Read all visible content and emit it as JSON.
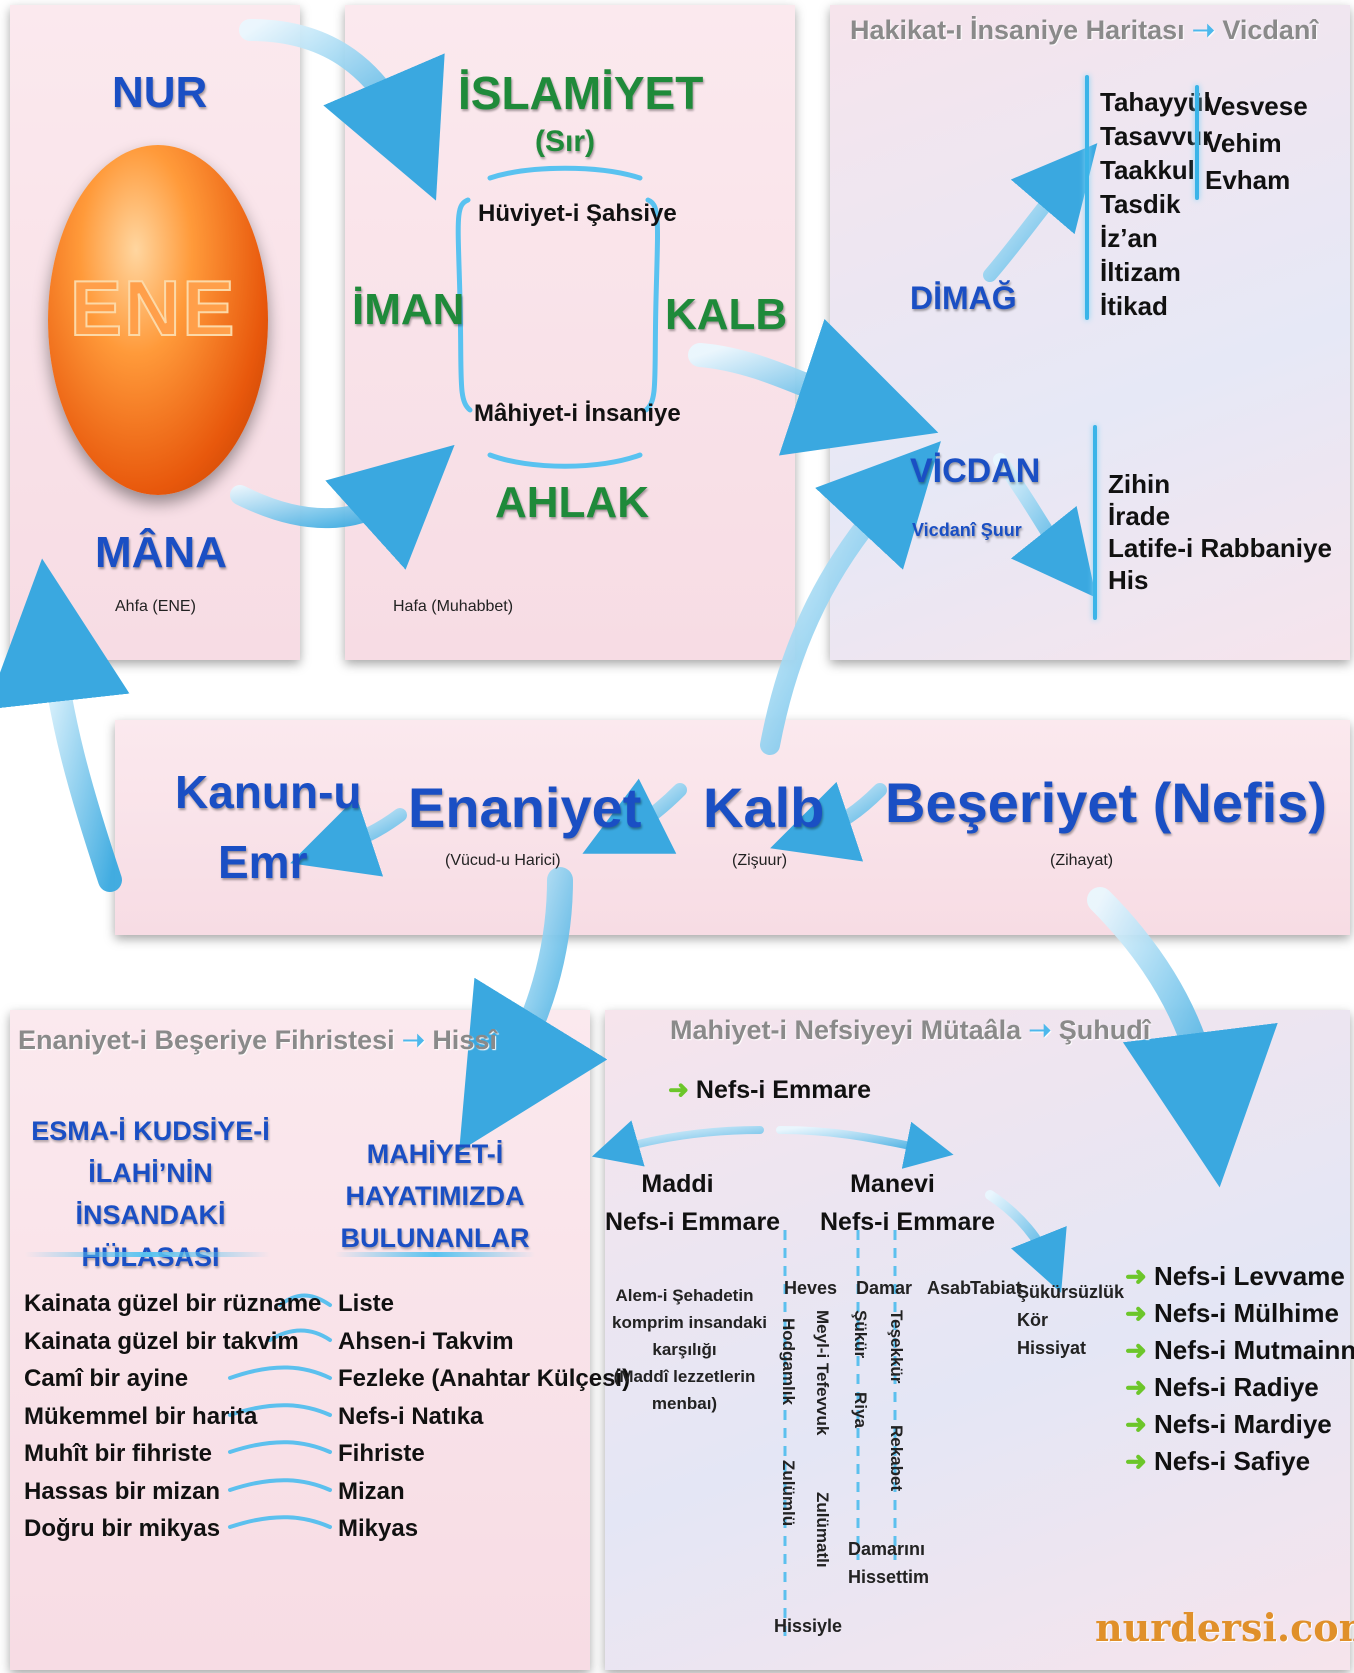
{
  "top_left": {
    "nur": "NUR",
    "ene": "ENE",
    "mana": "MÂNA",
    "ahfa": "Ahfa (ENE)"
  },
  "top_middle": {
    "islamiyet": "İSLAMİYET",
    "sir": "(Sır)",
    "huviyet": "Hüviyet-i Şahsiye",
    "iman": "İMAN",
    "kalb": "KALB",
    "mahiyet": "Mâhiyet-i İnsaniye",
    "ahlak": "AHLAK",
    "hafa": "Hafa (Muhabbet)"
  },
  "top_right": {
    "title": "Hakikat-ı İnsaniye Haritası",
    "title_suffix": "Vicdanî",
    "dimag": "DİMAĞ",
    "dimag_list": [
      "Tahayyül",
      "Tasavvur",
      "Taakkul",
      "Tasdik",
      "İz’an",
      "İltizam",
      "İtikad"
    ],
    "vesvese_list": [
      "Vesvese",
      "Vehim",
      "Evham"
    ],
    "vicdan": "VİCDAN",
    "vicdan_sub": "Vicdanî Şuur",
    "vicdan_list": [
      "Zihin",
      "İrade",
      "Latife-i Rabbaniye",
      "His"
    ]
  },
  "middle_band": {
    "kanun": "Kanun-u",
    "emr": "Emr",
    "enaniyet": "Enaniyet",
    "enaniyet_sub": "(Vücud-u Harici)",
    "kalb": "Kalb",
    "kalb_sub": "(Zişuur)",
    "beseriyet": "Beşeriyet (Nefis)",
    "beseriyet_sub": "(Zihayat)"
  },
  "bottom_left": {
    "title": "Enaniyet-i Beşeriye Fihristesi",
    "title_suffix": "Hissî",
    "head_left": [
      "ESMA-İ KUDSİYE-İ",
      "İLAHİ’NİN İNSANDAKİ",
      "HÜLASASI"
    ],
    "head_right": [
      "MAHİYET-İ HAYATIMIZDA",
      "BULUNANLAR"
    ],
    "left_items": [
      "Kainata güzel bir rüzname",
      "Kainata güzel bir takvim",
      "Camî bir ayine",
      "Mükemmel bir harita",
      "Muhît bir fihriste",
      "Hassas bir mizan",
      "Doğru bir mikyas"
    ],
    "right_items": [
      "Liste",
      "Ahsen-i Takvim",
      "Fezleke (Anahtar Külçesi)",
      "Nefs-i Natıka",
      "Fihriste",
      "Mizan",
      "Mikyas"
    ]
  },
  "bottom_right": {
    "title": "Mahiyet-i Nefsiyeyi Mütaâla",
    "title_suffix": "Şuhudî",
    "nefs_emmare": "Nefs-i Emmare",
    "maddi": [
      "Maddi",
      "Nefs-i Emmare"
    ],
    "manevi": [
      "Manevi",
      "Nefs-i Emmare"
    ],
    "maddi_desc": [
      "Alem-i Şehadetin",
      "komprim insandaki",
      "karşılığı",
      "(Maddî lezzetlerin",
      "menbaı)"
    ],
    "heves": "Heves",
    "damar": "Damar",
    "asab": "Asab",
    "tabiat": "Tabiat",
    "sukursuzluk": [
      "Şükürsüzlük",
      "Kör",
      "Hissiyat"
    ],
    "vertical": [
      "Hodgamlık",
      "Zulümlü",
      "Meyl-i Tefevvuk",
      "Zulümatlı",
      "Şükür",
      "Riya",
      "Teşekkür",
      "Rekabet"
    ],
    "hissiyle": "Hissiyle",
    "damarini": [
      "Damarını",
      "Hissettim"
    ],
    "nefs_levels": [
      "Nefs-i Levvame",
      "Nefs-i Mülhime",
      "Nefs-i Mutmainne",
      "Nefs-i Radiye",
      "Nefs-i Mardiye",
      "Nefs-i Safiye"
    ],
    "watermark": "nurdersi.com"
  }
}
